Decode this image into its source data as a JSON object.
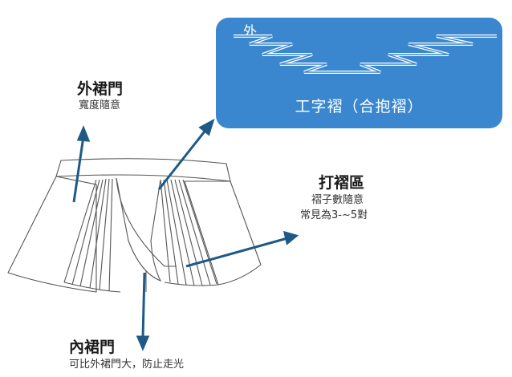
{
  "panel": {
    "outer_label": "外",
    "caption": "工字褶（合抱褶）"
  },
  "labels": {
    "outer_door": {
      "title": "外裙門",
      "sub": "寬度隨意"
    },
    "pleat_area": {
      "title": "打褶區",
      "sub1": "褶子數隨意",
      "sub2": "常見為3-~5對"
    },
    "inner_door": {
      "title": "內裙門",
      "sub": "可比外裙門大，防止走光"
    }
  },
  "colors": {
    "panel": "#3a87cf",
    "arrow": "#1f5a86",
    "line": "#555555"
  }
}
